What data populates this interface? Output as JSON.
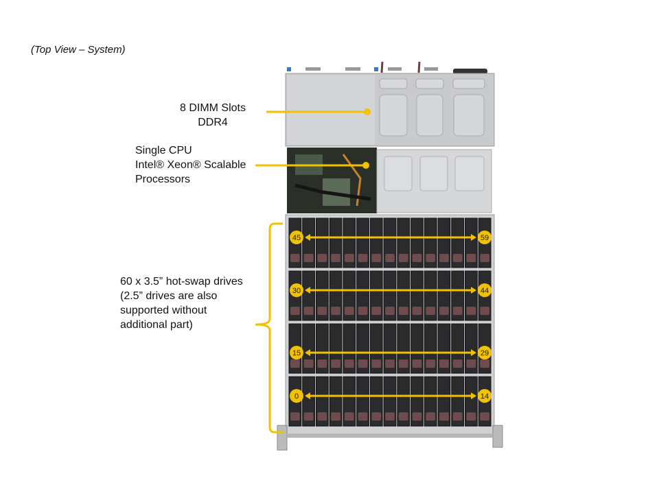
{
  "caption": "(Top View – System)",
  "callouts": {
    "dimm": [
      "8 DIMM Slots",
      "DDR4"
    ],
    "cpu": [
      "Single CPU",
      "Intel® Xeon® Scalable",
      "Processors"
    ],
    "drives": [
      "60 x 3.5” hot-swap drives",
      "(2.5” drives are also",
      "supported without",
      "additional part)"
    ]
  },
  "drive_rows": [
    {
      "start": "45",
      "end": "59"
    },
    {
      "start": "30",
      "end": "44"
    },
    {
      "start": "15",
      "end": "29"
    },
    {
      "start": "0",
      "end": "14"
    }
  ],
  "drives_per_row": 15,
  "colors": {
    "accent": "#f2c200",
    "chassis": "#c9cacc",
    "drive": "#2b2b2d",
    "drive_latch": "#6e4b4d"
  }
}
